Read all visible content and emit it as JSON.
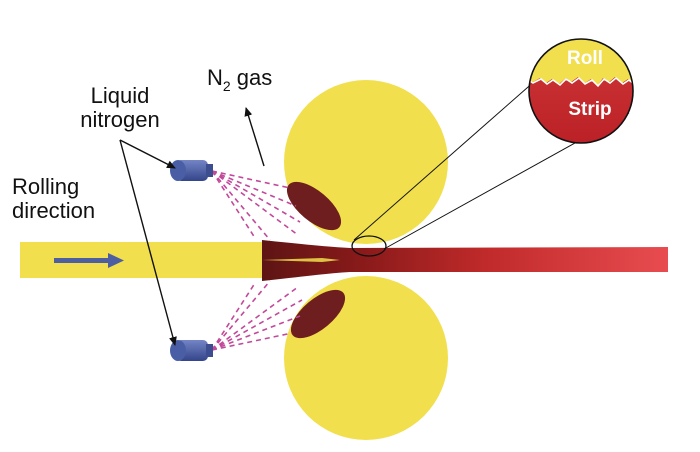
{
  "labels": {
    "liquid_nitrogen_line1": "Liquid",
    "liquid_nitrogen_line2": "nitrogen",
    "n2_gas_main": "N",
    "n2_gas_sub": "2",
    "n2_gas_rest": " gas",
    "rolling_direction_line1": "Rolling",
    "rolling_direction_line2": "direction",
    "zoom_roll": "Roll",
    "zoom_strip": "Strip"
  },
  "colors": {
    "roll": "#f1df4d",
    "strip_cold": "#f1df4d",
    "strip_dark": "#5e1414",
    "strip_hot": "#e64a4f",
    "frozen_zone": "#6e1e1e",
    "spray": "#c2489a",
    "nozzle": "#4a5ea6",
    "arrow": "#4d5fa0"
  }
}
